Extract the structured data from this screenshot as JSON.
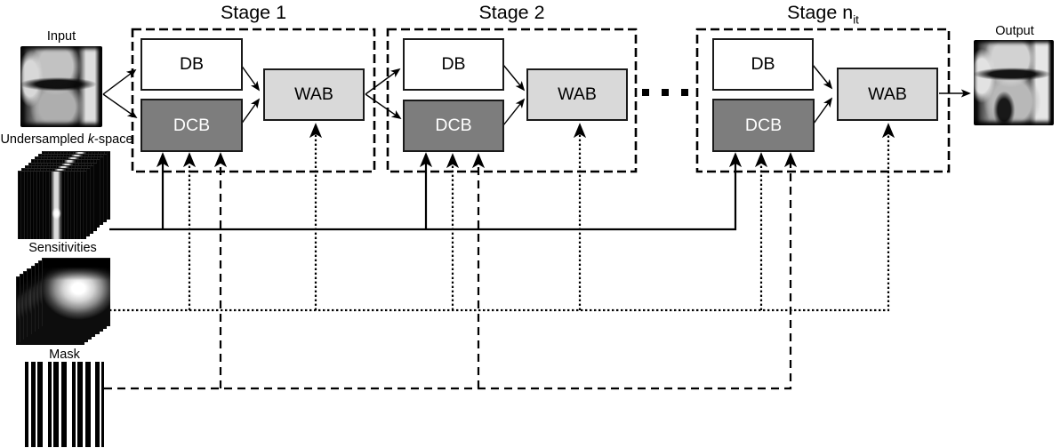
{
  "colors": {
    "background": "#ffffff",
    "line": "#000000",
    "text": "#000000",
    "db_fill": "#ffffff",
    "dcb_fill": "#7d7d7d",
    "dcb_text": "#ffffff",
    "wab_fill": "#d9d9d9",
    "block_border": "#1a1a1a"
  },
  "left_column": {
    "input_label": "Input",
    "kspace_label_prefix": "Undersampled ",
    "kspace_label_italic": "k",
    "kspace_label_suffix": "-space",
    "sensitivities_label": "Sensitivities",
    "mask_label": "Mask"
  },
  "output_label": "Output",
  "stages": [
    {
      "title": "Stage 1",
      "title_subscript": "",
      "db_label": "DB",
      "dcb_label": "DCB",
      "wab_label": "WAB"
    },
    {
      "title": "Stage 2",
      "title_subscript": "",
      "db_label": "DB",
      "dcb_label": "DCB",
      "wab_label": "WAB"
    },
    {
      "title": "Stage n",
      "title_subscript": "it",
      "db_label": "DB",
      "dcb_label": "DCB",
      "wab_label": "WAB"
    }
  ]
}
